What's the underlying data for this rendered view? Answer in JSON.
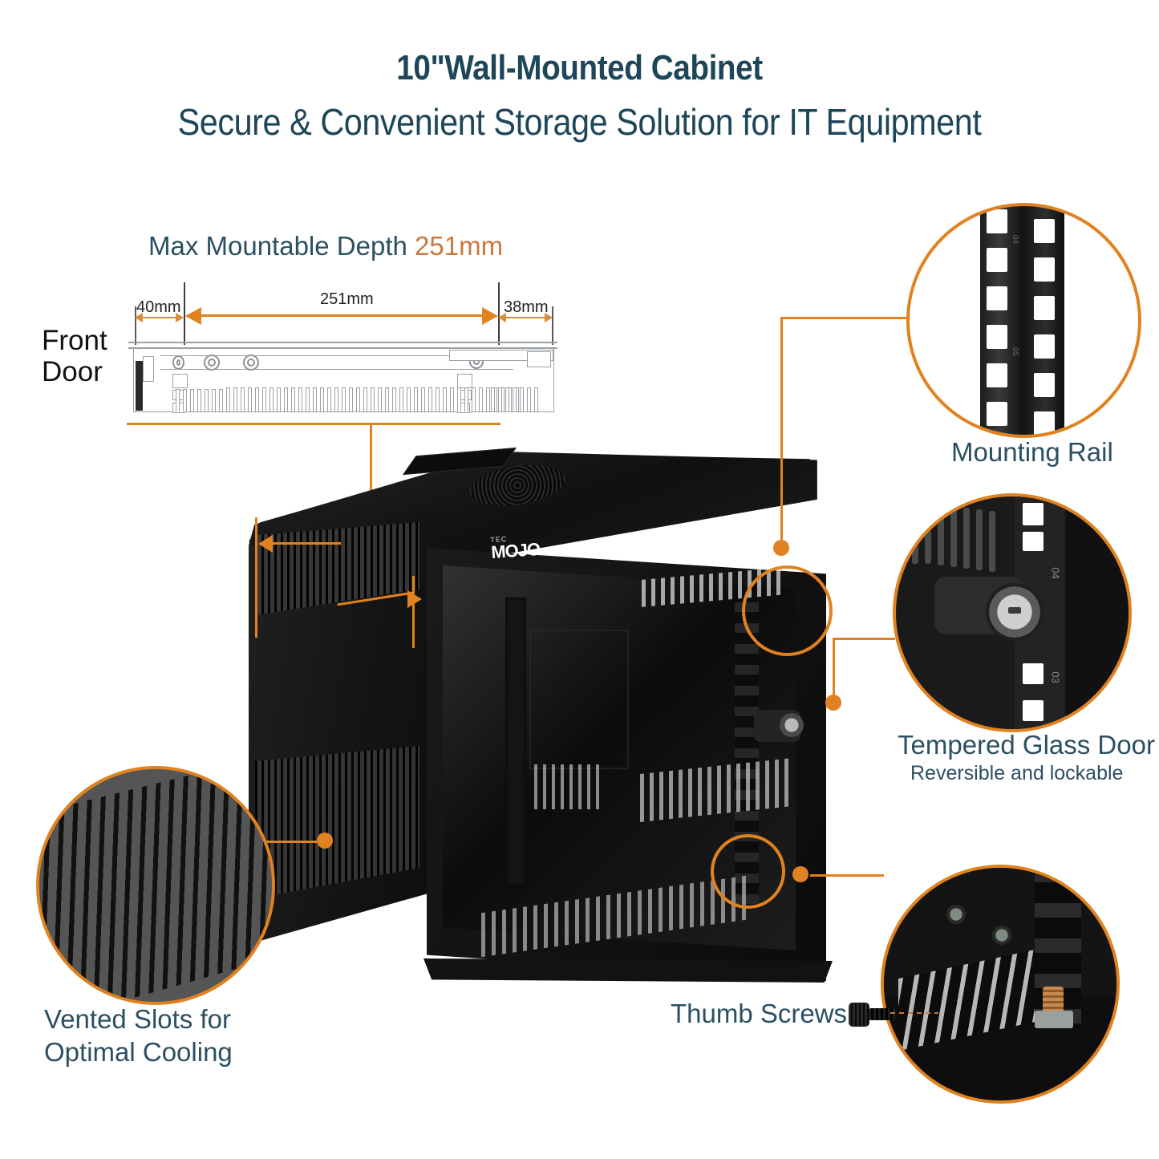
{
  "header": {
    "title": "10\"Wall-Mounted Cabinet",
    "subtitle": "Secure & Convenient Storage Solution for IT Equipment"
  },
  "depth_diagram": {
    "heading_prefix": "Max Mountable Depth ",
    "heading_value": "251mm",
    "front_door_label": "Front\nDoor",
    "front_door_line1": "Front",
    "front_door_line2": "Door",
    "dim_front": "40mm",
    "dim_main": "251mm",
    "dim_rear": "38mm"
  },
  "callouts": [
    {
      "id": "mounting-rail",
      "label": "Mounting Rail",
      "sublabel": ""
    },
    {
      "id": "tempered-glass-door",
      "label": "Tempered Glass Door",
      "sublabel": "Reversible and lockable"
    },
    {
      "id": "thumb-screws",
      "label": "Thumb Screws",
      "sublabel": ""
    },
    {
      "id": "vented-slots",
      "label_line1": "Vented Slots for",
      "label_line2": "Optimal Cooling"
    }
  ],
  "product": {
    "brand_small": "TEC",
    "brand": "MOJO"
  },
  "rail_markings": [
    "04",
    "03",
    "05"
  ],
  "colors": {
    "accent_orange": "#e0821f",
    "soft_orange": "#c8793f",
    "heading_blue": "#1d4659",
    "caption_blue": "#2b4f63",
    "dim_text": "#231f20",
    "drawing_gray": "#9aa0a6",
    "cabinet_black": "#1b1b1b",
    "vent_gray": "#555555"
  },
  "icons": {
    "thumb_screw": "thumb-screw-icon"
  }
}
